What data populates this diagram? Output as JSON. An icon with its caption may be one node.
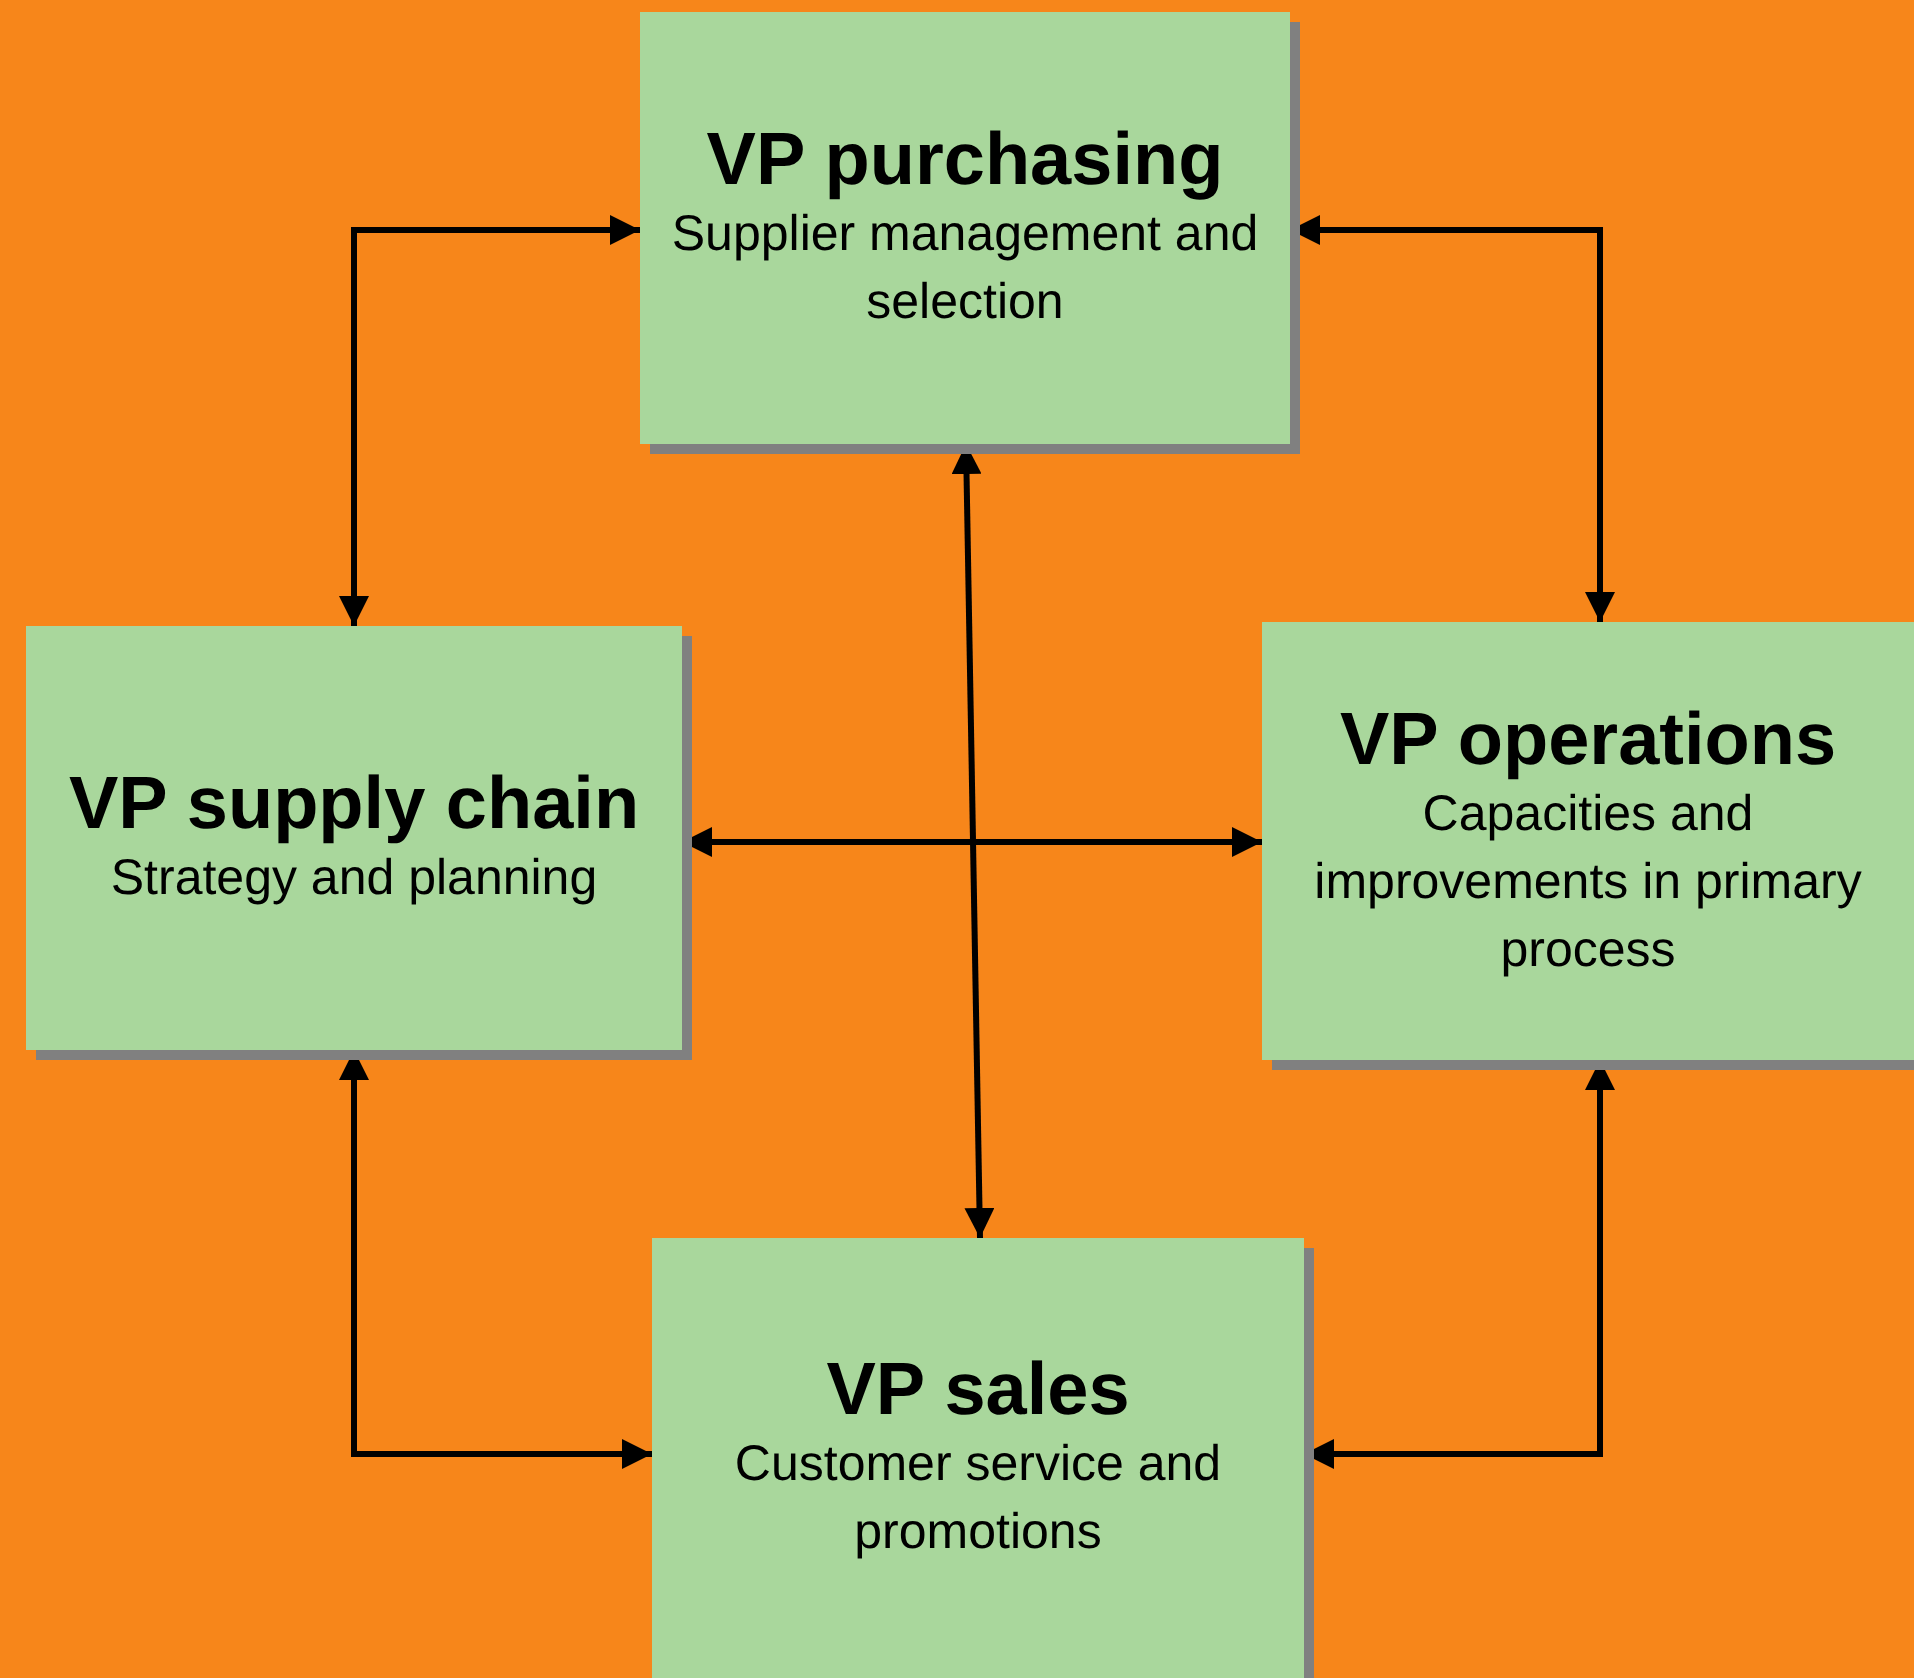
{
  "diagram": {
    "nodes": [
      {
        "text": [
          "VP purchasing",
          "Supplier management and selection"
        ]
      },
      {
        "text": [
          "VP supply chain",
          "Strategy and planning"
        ]
      },
      {
        "text": [
          "VP operations",
          "Capacities and improvements in primary process"
        ]
      },
      {
        "text": [
          "VP sales",
          "Customer service and promotions"
        ]
      }
    ],
    "edges": [
      {
        "from": 0,
        "to": 1,
        "arrow": "both"
      },
      {
        "from": 0,
        "to": 2,
        "arrow": "both"
      },
      {
        "from": 0,
        "to": 3,
        "arrow": "both"
      },
      {
        "from": 1,
        "to": 2,
        "arrow": "both"
      },
      {
        "from": 1,
        "to": 3,
        "arrow": "both"
      },
      {
        "from": 2,
        "to": 3,
        "arrow": "both"
      }
    ]
  }
}
